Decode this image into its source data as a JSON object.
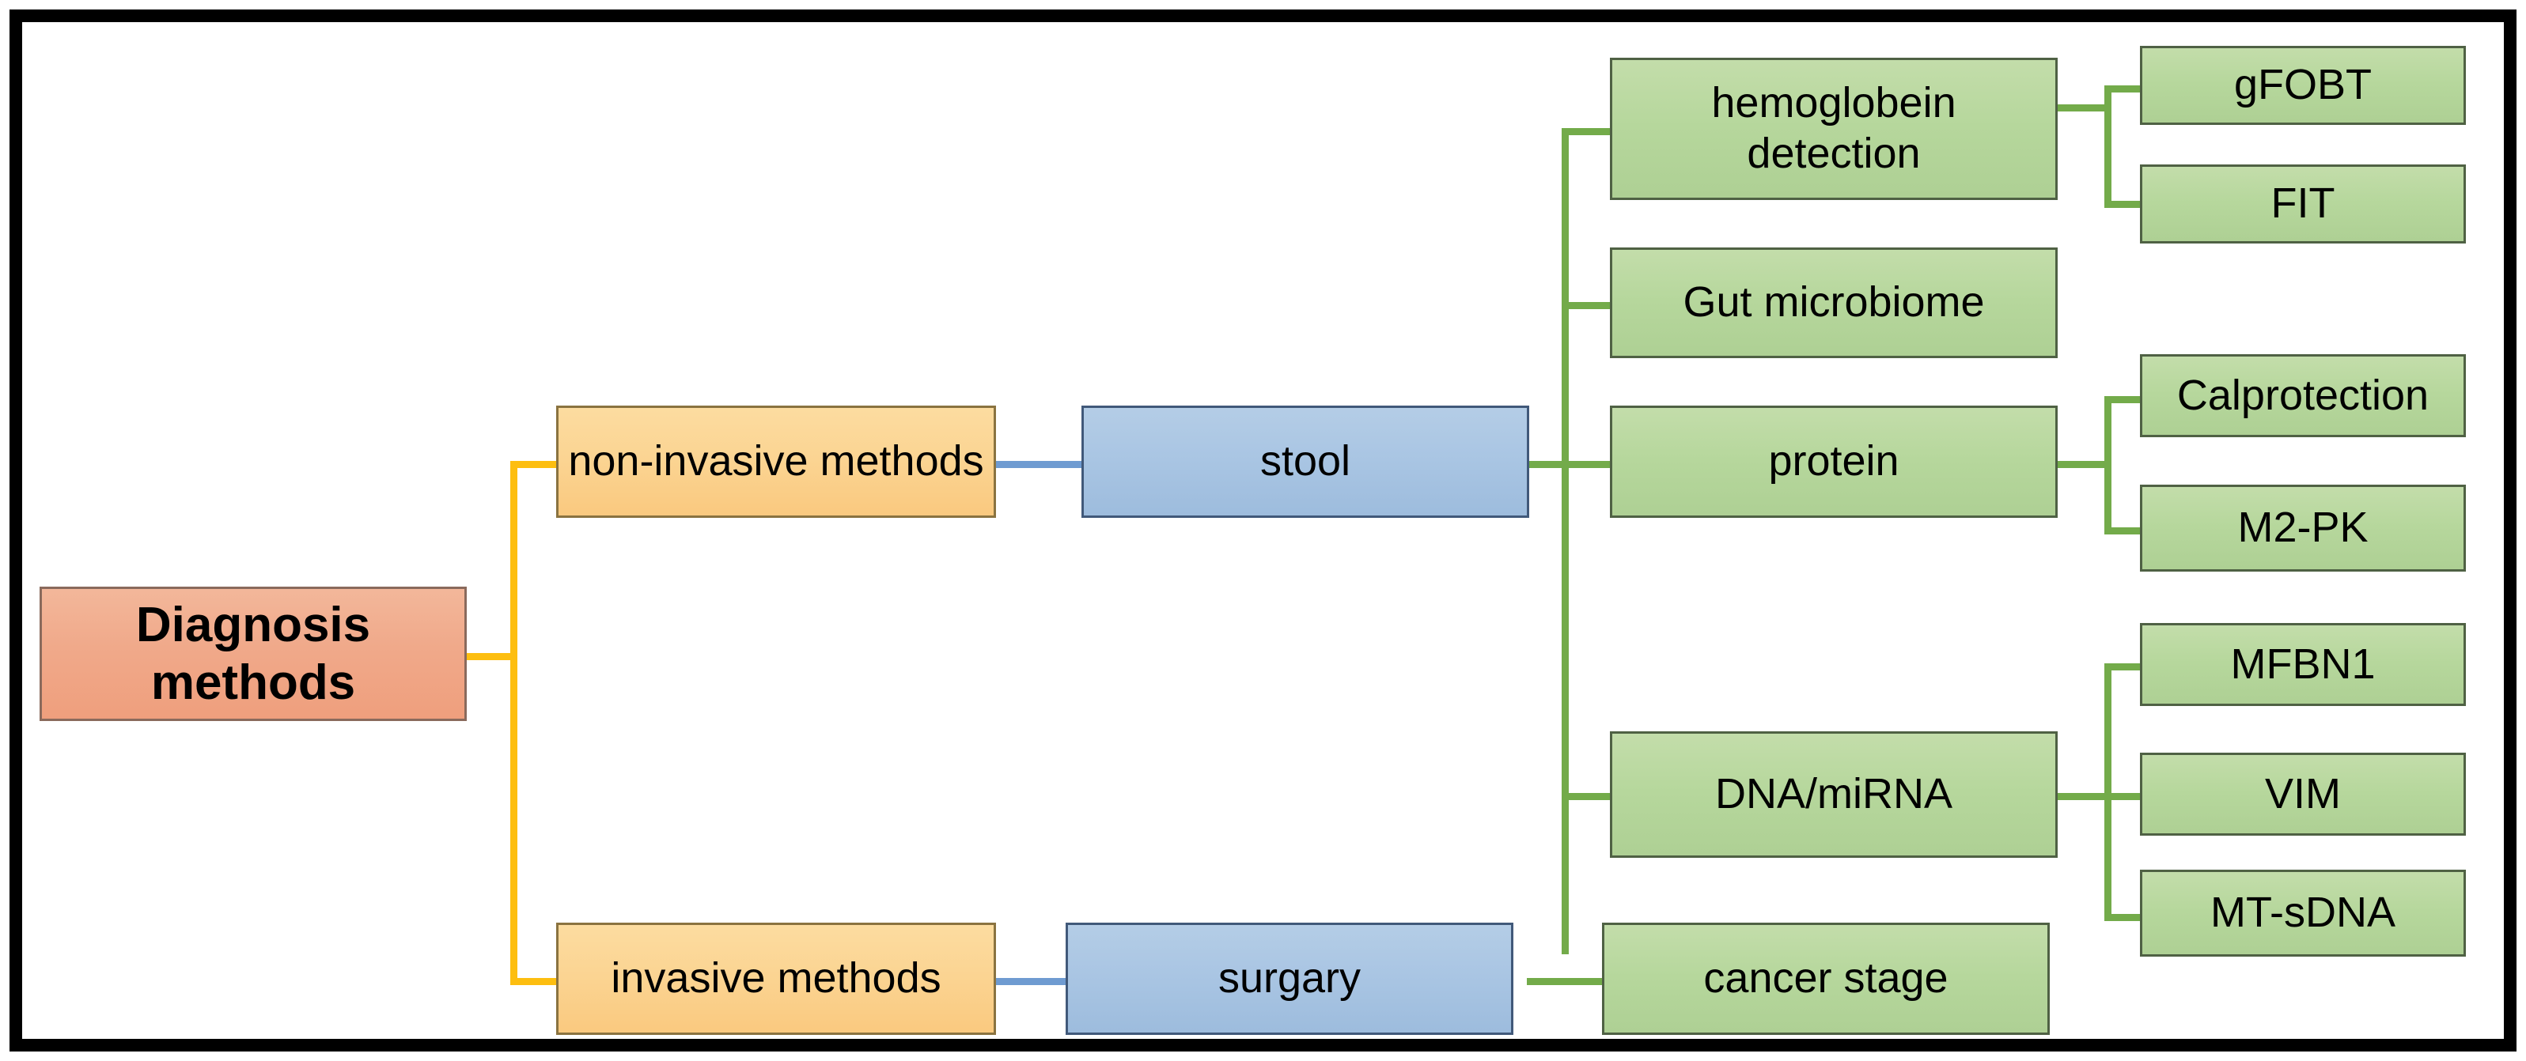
{
  "diagram": {
    "title": "Diagnosis methods",
    "type": "hierarchy-tree",
    "colors": {
      "root_fill": "#f0a98a",
      "root_border": "#8a6a5c",
      "level1_fill": "#fbd492",
      "level1_border": "#8a7340",
      "level2_fill": "#a9c5e3",
      "level2_border": "#41597a",
      "level3_fill": "#b6d79c",
      "level3_border": "#4f6144",
      "connector_yellow": "#fdbe10",
      "connector_blue": "#6f9bd1",
      "connector_green": "#73ab4a",
      "frame_border": "#000000",
      "background": "#ffffff"
    },
    "nodes": {
      "root": "Diagnosis methods",
      "non_invasive": "non-invasive methods",
      "invasive": "invasive methods",
      "stool": "stool",
      "surgary": "surgary",
      "hemoglobein": "hemoglobein detection",
      "gut_microbiome": "Gut microbiome",
      "protein": "protein",
      "dna_mirna": "DNA/miRNA",
      "cancer_stage": "cancer stage",
      "gfobt": "gFOBT",
      "fit": "FIT",
      "calprotection": "Calprotection",
      "m2pk": "M2-PK",
      "mfbn1": "MFBN1",
      "vim": "VIM",
      "mt_sdna": "MT-sDNA"
    },
    "edges": [
      {
        "from": "root",
        "to": "non_invasive",
        "color": "#fdbe10"
      },
      {
        "from": "root",
        "to": "invasive",
        "color": "#fdbe10"
      },
      {
        "from": "non_invasive",
        "to": "stool",
        "color": "#6f9bd1"
      },
      {
        "from": "invasive",
        "to": "surgary",
        "color": "#6f9bd1"
      },
      {
        "from": "stool",
        "to": "hemoglobein",
        "color": "#73ab4a"
      },
      {
        "from": "stool",
        "to": "gut_microbiome",
        "color": "#73ab4a"
      },
      {
        "from": "stool",
        "to": "protein",
        "color": "#73ab4a"
      },
      {
        "from": "stool",
        "to": "dna_mirna",
        "color": "#73ab4a"
      },
      {
        "from": "surgary",
        "to": "cancer_stage",
        "color": "#73ab4a"
      },
      {
        "from": "hemoglobein",
        "to": "gfobt",
        "color": "#73ab4a"
      },
      {
        "from": "hemoglobein",
        "to": "fit",
        "color": "#73ab4a"
      },
      {
        "from": "protein",
        "to": "calprotection",
        "color": "#73ab4a"
      },
      {
        "from": "protein",
        "to": "m2pk",
        "color": "#73ab4a"
      },
      {
        "from": "dna_mirna",
        "to": "mfbn1",
        "color": "#73ab4a"
      },
      {
        "from": "dna_mirna",
        "to": "vim",
        "color": "#73ab4a"
      },
      {
        "from": "dna_mirna",
        "to": "mt_sdna",
        "color": "#73ab4a"
      }
    ]
  }
}
